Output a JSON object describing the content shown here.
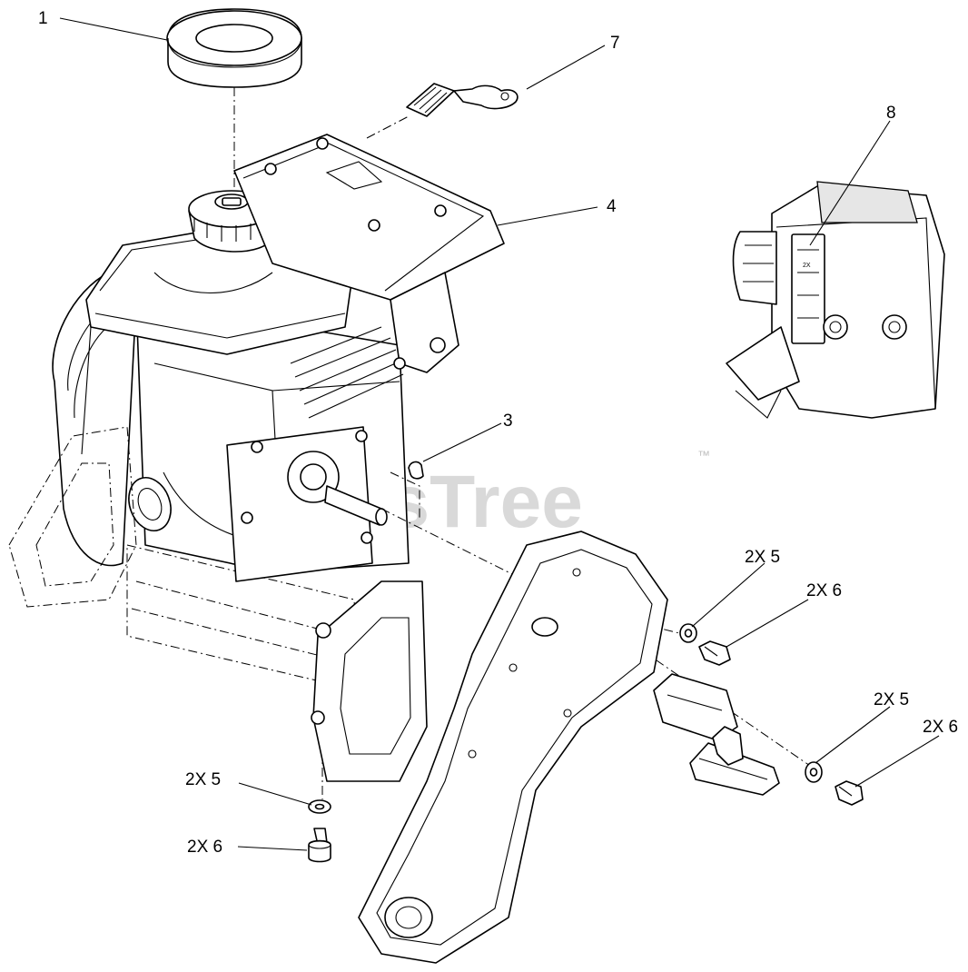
{
  "watermark": {
    "text": "PartsTree",
    "trademark": "™"
  },
  "callouts": {
    "c1": "1",
    "c7": "7",
    "c8": "8",
    "c4": "4",
    "c3": "3",
    "c5_right_upper": "2X 5",
    "c6_right_upper": "2X 6",
    "c5_right_lower": "2X 5",
    "c6_right_lower": "2X 6",
    "c5_bottom": "2X 5",
    "c6_bottom": "2X 6"
  },
  "decal_text": "2X"
}
